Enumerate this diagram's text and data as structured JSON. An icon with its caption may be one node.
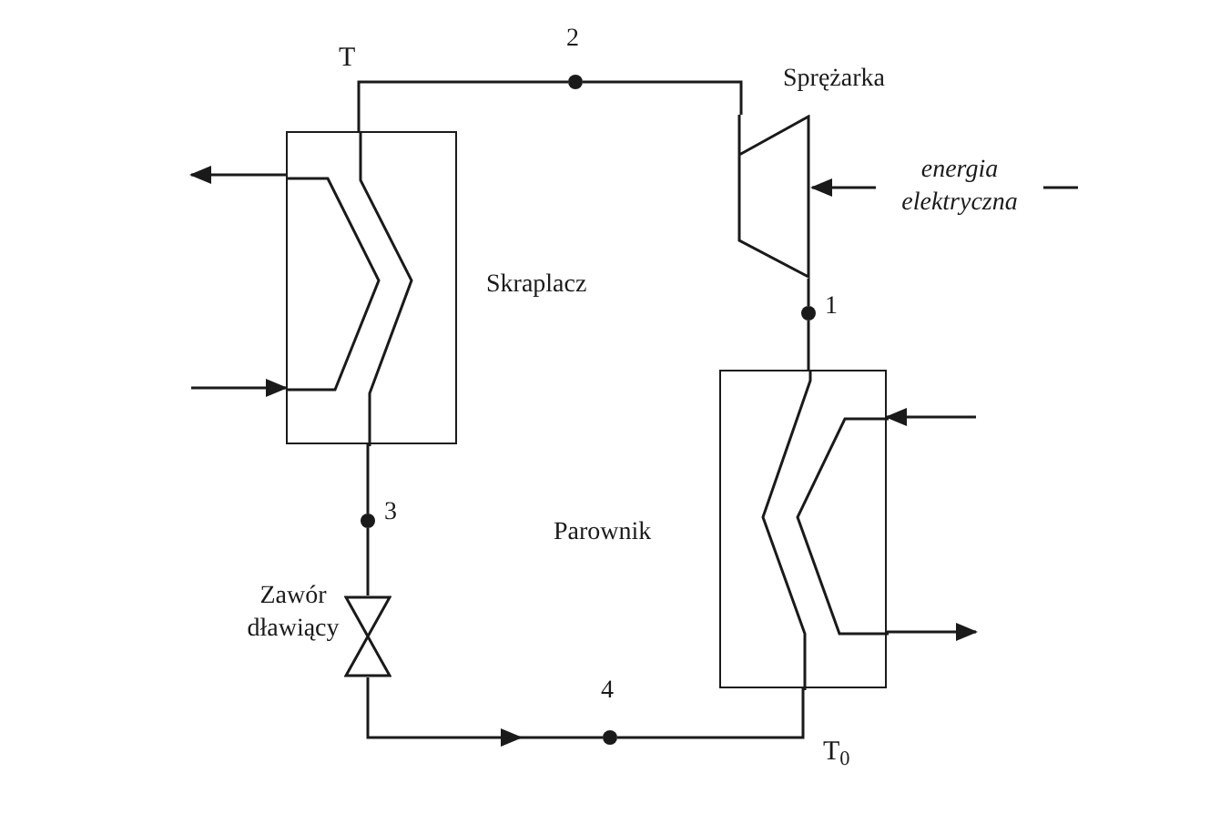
{
  "diagram": {
    "nodes": [
      {
        "text": [
          "Skraplacz"
        ]
      },
      {
        "text": [
          "Sprężarka"
        ]
      },
      {
        "text": [],
        "shape": "circle",
        "beside": [
          "2"
        ]
      },
      {
        "text": [],
        "shape": "circle",
        "beside": [
          "1"
        ]
      },
      {
        "text": [
          "Parownik"
        ]
      },
      {
        "text": [],
        "shape": "circle",
        "beside": [
          "3"
        ]
      },
      {
        "text": [
          "Zawór dławiący"
        ]
      },
      {
        "text": [],
        "shape": "circle",
        "beside": [
          "4"
        ]
      }
    ],
    "edges": [
      {
        "from": 1,
        "to": 2,
        "arrow": "none"
      },
      {
        "from": 2,
        "to": 0,
        "arrow": "none"
      },
      {
        "from": 0,
        "to": 5,
        "arrow": "none"
      },
      {
        "from": 5,
        "to": 6,
        "arrow": "none"
      },
      {
        "from": 6,
        "to": 7,
        "arrow": "to"
      },
      {
        "from": 7,
        "to": 4,
        "arrow": "none"
      },
      {
        "from": 4,
        "to": 3,
        "arrow": "none"
      },
      {
        "from": 3,
        "to": 1,
        "arrow": "none"
      },
      {
        "from": null,
        "to": 0,
        "arrow": "to"
      },
      {
        "from": 0,
        "to": null,
        "arrow": "to"
      },
      {
        "from": null,
        "to": 4,
        "arrow": "to"
      },
      {
        "from": 4,
        "to": null,
        "arrow": "to"
      },
      {
        "from": null,
        "to": 1,
        "arrow": "to",
        "label": "energia elektryczna"
      }
    ],
    "labels": [
      "T",
      "T$_{0}$"
    ]
  }
}
